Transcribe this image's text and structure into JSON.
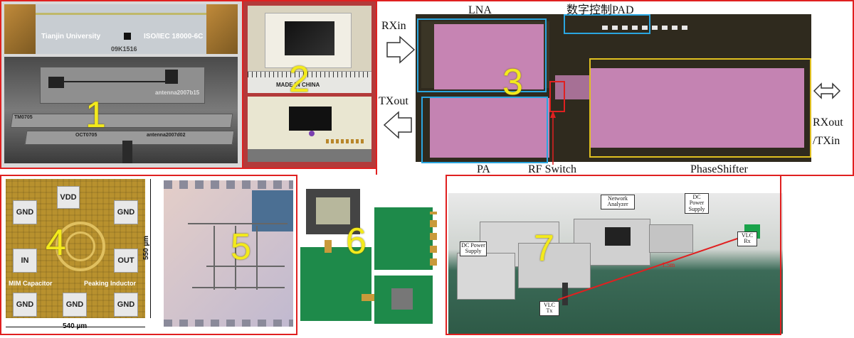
{
  "panels": {
    "p1": {
      "number": "1",
      "top_line": "Tianjin University",
      "top_standard": "ISO/IEC 18000-6C",
      "top_code": "09K1516",
      "mid_label": "antenna2007b15",
      "low_label_a": "TM0705",
      "low_label_b": "OCT0705",
      "low_label_c": "antenna2007d02"
    },
    "p2": {
      "number": "2",
      "ruler_text": "MADE IN CHINA"
    },
    "p3": {
      "number": "3",
      "lna": "LNA",
      "pad": "数字控制PAD",
      "rxin": "RXin",
      "txout": "TXout",
      "pa": "PA",
      "rf_switch": "RF Switch",
      "phase_shifter": "PhaseShifter",
      "rxout": "RXout",
      "txin": "/TXin"
    },
    "p4": {
      "number": "4",
      "vdd": "VDD",
      "gnd_tl": "GND",
      "gnd_tr": "GND",
      "gnd_bl": "GND",
      "gnd_bm": "GND",
      "gnd_br": "GND",
      "in": "IN",
      "out": "OUT",
      "mim": "MIM Capacitor",
      "peaking": "Peaking Inductor",
      "dim_v": "550 µm",
      "dim_h": "540 µm"
    },
    "p5": {
      "number": "5"
    },
    "p6": {
      "number": "6"
    },
    "p7": {
      "number": "7",
      "network_analyzer": "Network Analyzer",
      "dc_ps_right": "DC Power Supply",
      "dc_ps_left": "DC Power Supply",
      "vlc_rx": "VLC Rx",
      "vlc_tx": "VLC Tx",
      "distance": "1.5m"
    }
  },
  "colors": {
    "frame": "#e02020",
    "number": "#f3ea1c",
    "chip_pink": "#d98fc7",
    "board_green": "#1e8a4a",
    "gold": "#b8912e"
  }
}
